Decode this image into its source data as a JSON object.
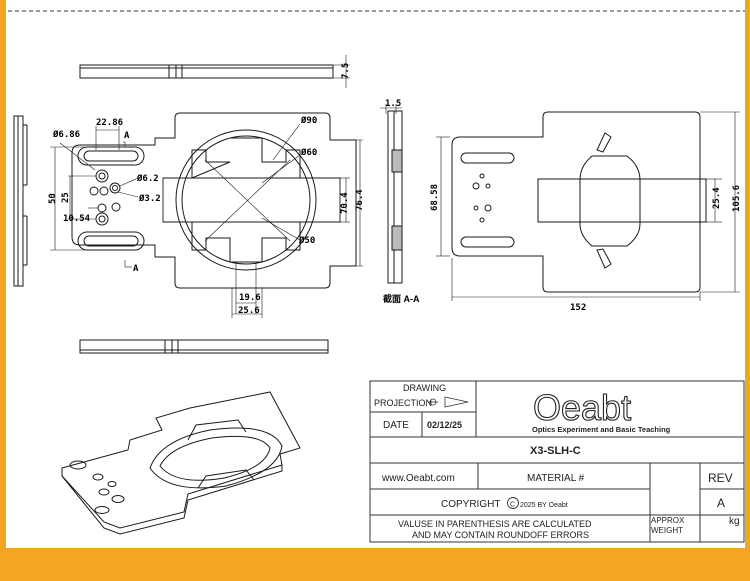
{
  "drawing": {
    "dimensions": {
      "thickness": "7.5",
      "d_circle": "Ø90",
      "d_60": "Ø60",
      "d_50": "Ø50",
      "hole_686": "Ø6.86",
      "hole_62": "Ø6.2",
      "hole_32": "Ø3.2",
      "dim_2286": "22.86",
      "dim_50": "50",
      "dim_25": "25",
      "dim_1054": "10.54",
      "dim_704": "70.4",
      "dim_764": "76.4",
      "dim_196": "19.6",
      "dim_256": "25.6",
      "dim_15": "1.5",
      "dim_6858": "68.58",
      "dim_152": "152",
      "dim_254": "25.4",
      "dim_1056": "105.6"
    },
    "section_marker": "A",
    "section_label": "截面 A-A"
  },
  "title_block": {
    "drawing_label": "DRAWING",
    "projection_label": "PROJECTION",
    "date_label": "DATE",
    "date_value": "02/12/25",
    "logo_text": "Oeabt",
    "logo_subtitle": "Optics Experiment and Basic Teaching",
    "part_number": "X3-SLH-C",
    "website": "www.Oeabt.com",
    "material_label": "MATERIAL #",
    "rev_label": "REV",
    "rev_value": "A",
    "copyright_text": "COPYRIGHT",
    "copyright_year": "2025 BY Oeabt",
    "note_line1": "VALUSE IN PARENTHESIS ARE CALCULATED",
    "note_line2": "AND MAY CONTAIN ROUNDOFF ERRORS",
    "approx_label_1": "APPROX",
    "approx_label_2": "WEIGHT",
    "weight_unit": "kg"
  },
  "colors": {
    "frame": "#f4a524",
    "line": "#1a1a1a",
    "dashed_border": "#333333",
    "paper": "#ffffff"
  }
}
